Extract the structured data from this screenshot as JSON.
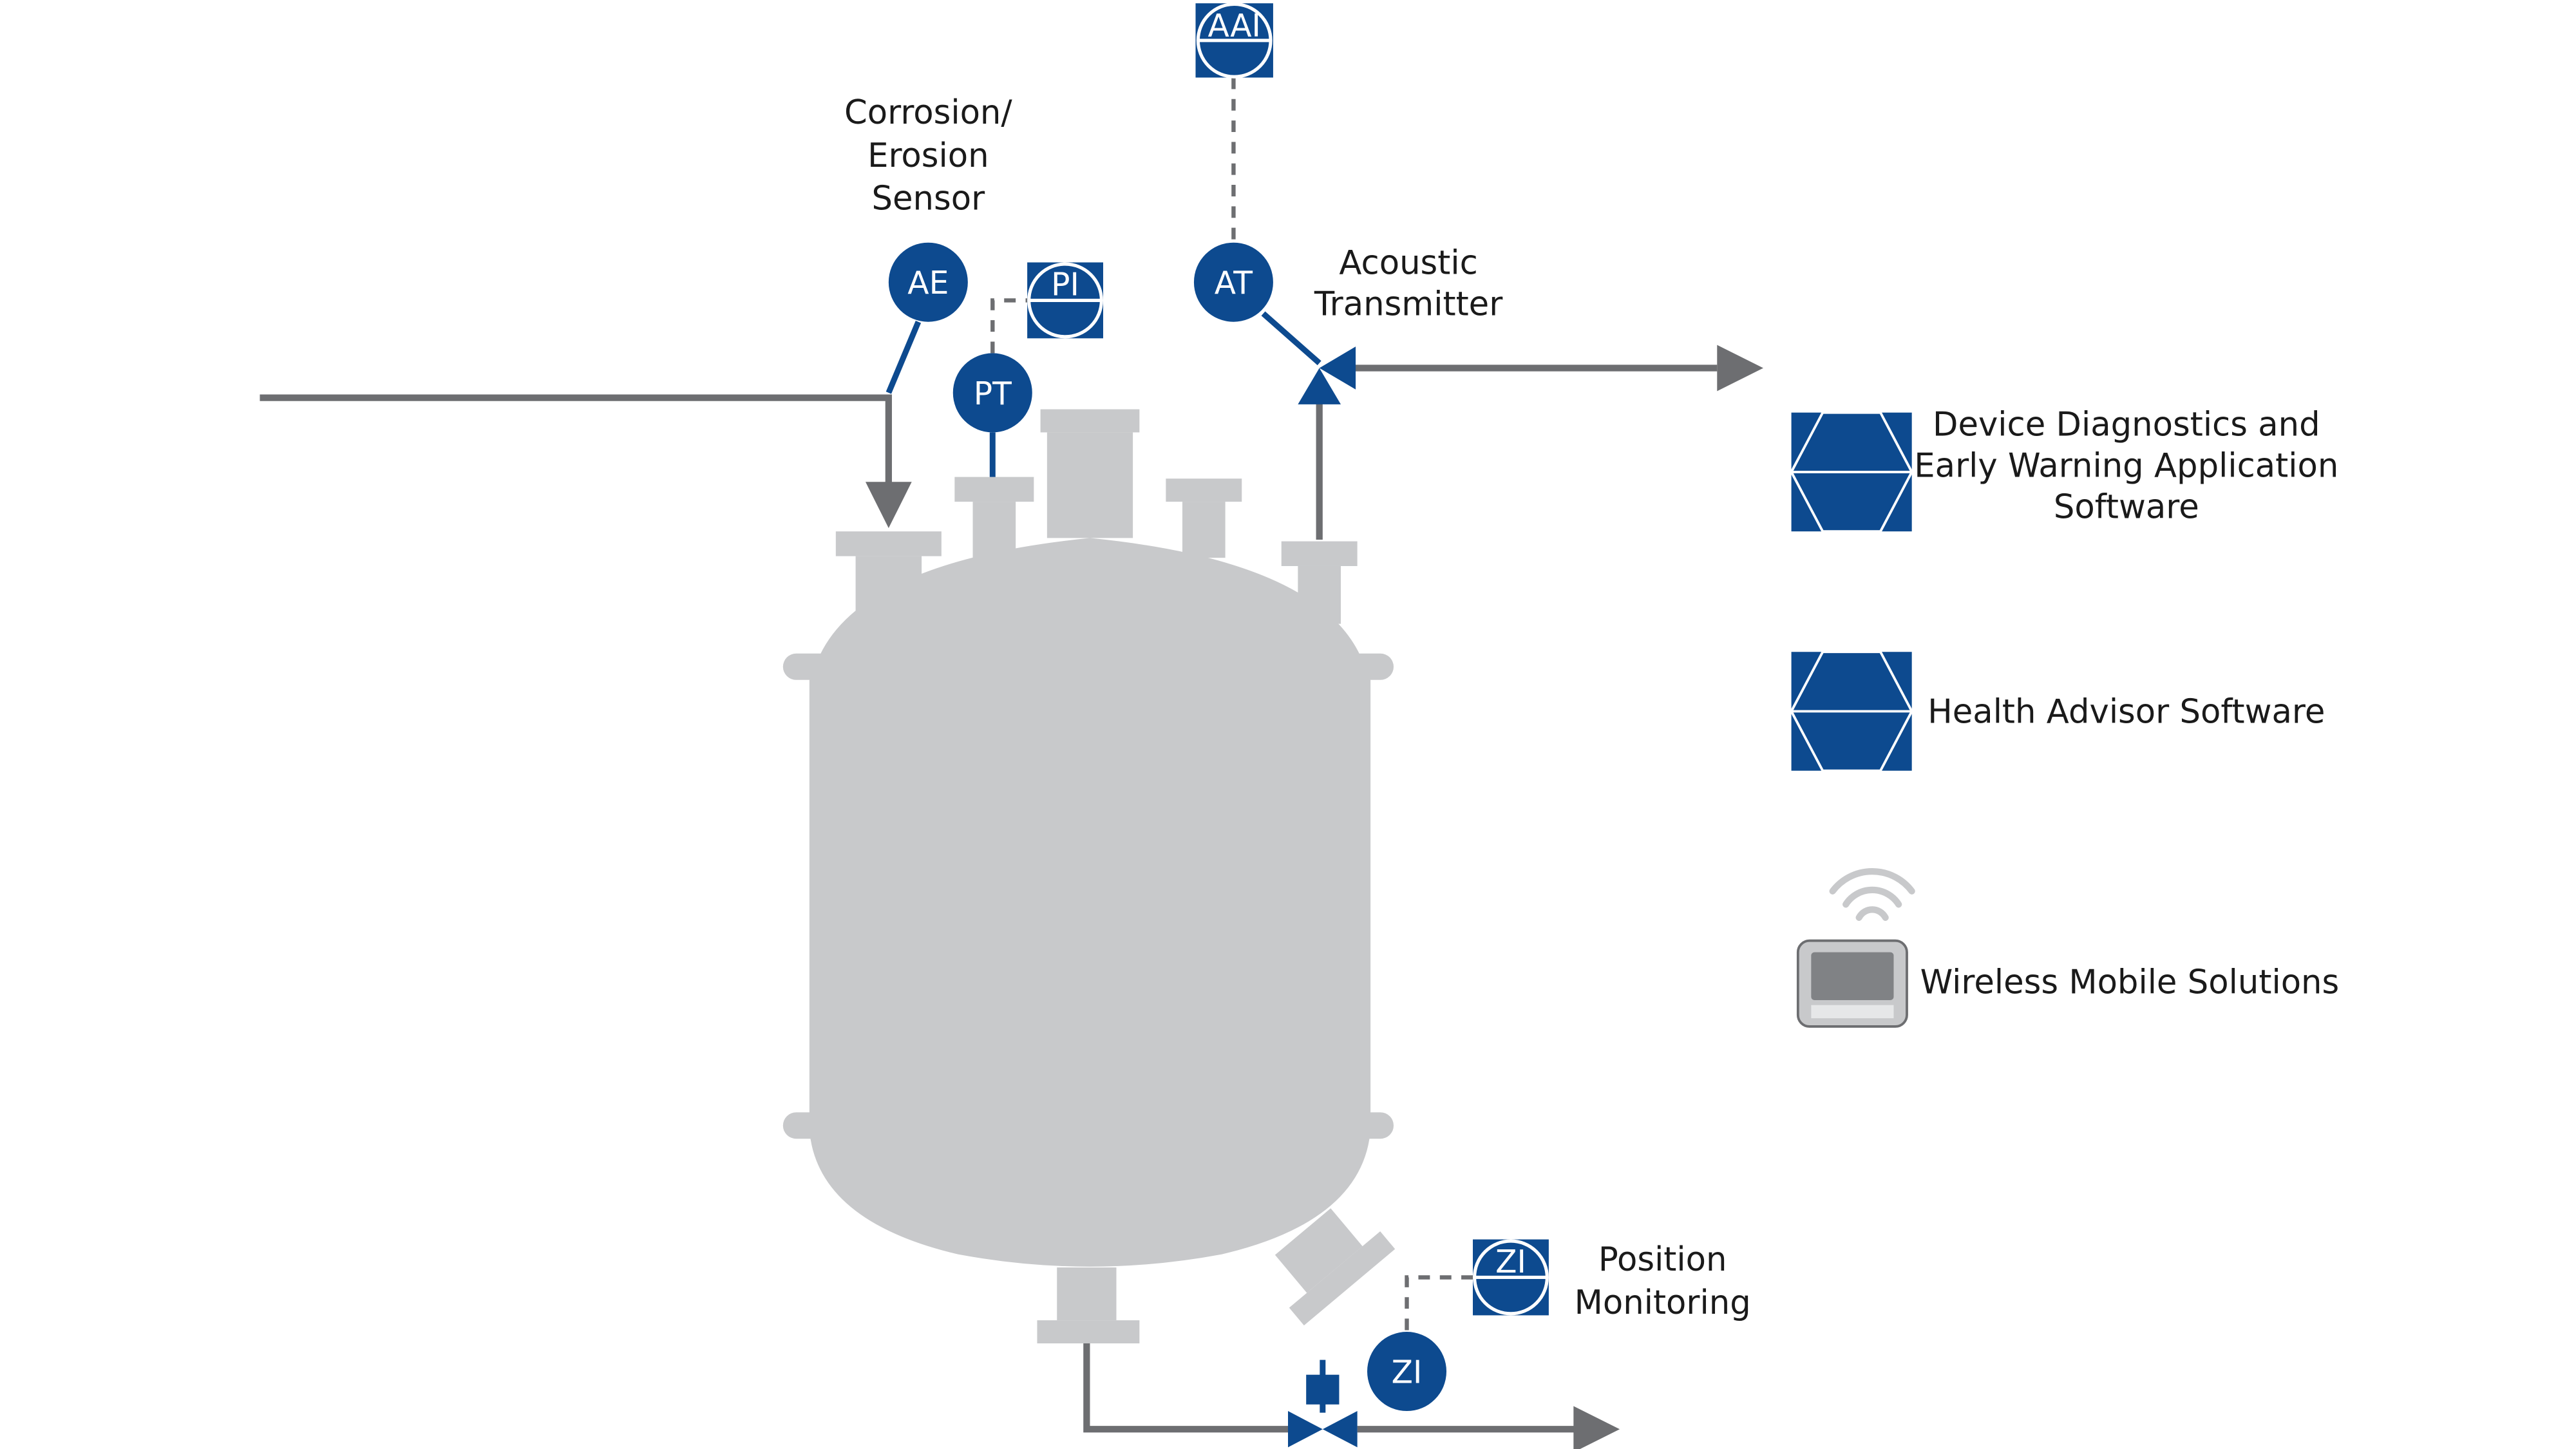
{
  "colors": {
    "vessel": "#c8c9cb",
    "pipe": "#6d6e71",
    "instrument": "#0d4a8f",
    "text": "#1a1a1a",
    "signal": "#6d6e71"
  },
  "instruments": {
    "aai": "AAI",
    "ae": "AE",
    "pi": "PI",
    "pt": "PT",
    "at": "AT",
    "zi_display": "ZI",
    "zi_sensor": "ZI"
  },
  "labels": {
    "corrosion": [
      "Corrosion/",
      "Erosion",
      "Sensor"
    ],
    "acoustic": [
      "Acoustic",
      "Transmitter"
    ],
    "position": [
      "Position",
      "Monitoring"
    ]
  },
  "legend": [
    {
      "icon": "software-hexagon-icon",
      "lines": [
        "Device Diagnostics and",
        "Early Warning Application",
        "Software"
      ]
    },
    {
      "icon": "software-hexagon-icon",
      "lines": [
        "Health Advisor Software"
      ]
    },
    {
      "icon": "wireless-tablet-icon",
      "lines": [
        "Wireless Mobile Solutions"
      ]
    }
  ]
}
